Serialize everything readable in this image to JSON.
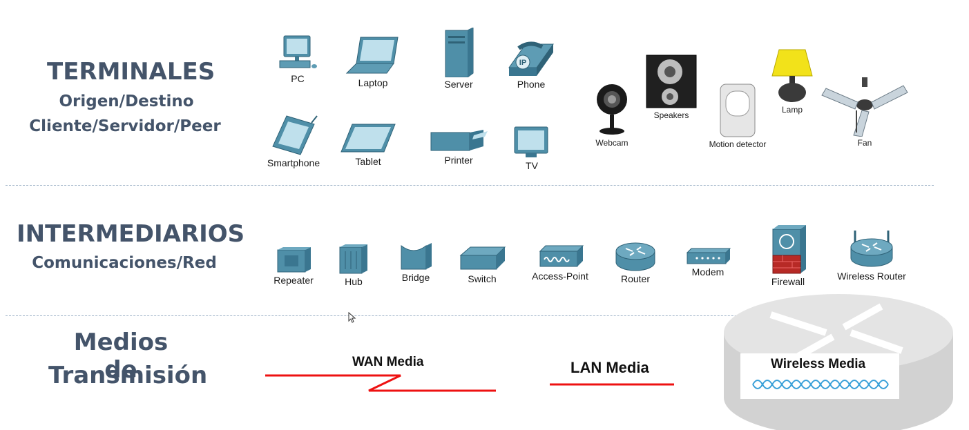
{
  "sections": {
    "terminals": {
      "title": "TERMINALES",
      "line1": "Origen/Destino",
      "line2": "Cliente/Servidor/Peer"
    },
    "intermediaries": {
      "title": "INTERMEDIARIOS",
      "line1": "Comunicaciones/Red"
    },
    "media": {
      "line1": "Medios de",
      "line2": "Transmisión"
    }
  },
  "terminal_devices": {
    "pc": "PC",
    "laptop": "Laptop",
    "server": "Server",
    "phone": "Phone",
    "smartphone": "Smartphone",
    "tablet": "Tablet",
    "printer": "Printer",
    "tv": "TV",
    "webcam": "Webcam",
    "speakers": "Speakers",
    "motion": "Motion detector",
    "lamp": "Lamp",
    "fan": "Fan"
  },
  "intermediary_devices": {
    "repeater": "Repeater",
    "hub": "Hub",
    "bridge": "Bridge",
    "switch": "Switch",
    "access_point": "Access-Point",
    "router": "Router",
    "modem": "Modem",
    "firewall": "Firewall",
    "wireless_router": "Wireless Router"
  },
  "media": {
    "wan": "WAN Media",
    "lan": "LAN Media",
    "wireless": "Wireless Media"
  },
  "colors": {
    "heading": "#44546a",
    "device_teal": "#4f8fa8",
    "media_red": "#ee1111",
    "wireless_blue": "#3aa0d8"
  }
}
